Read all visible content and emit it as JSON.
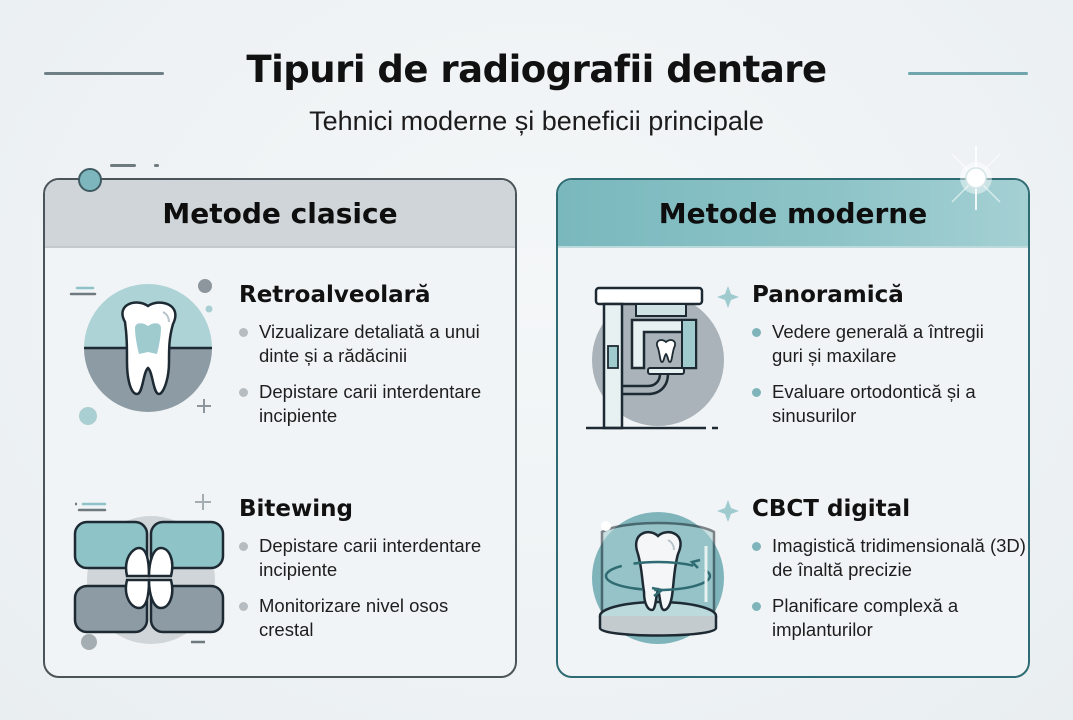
{
  "header": {
    "title": "Tipuri de radiografii dentare",
    "subtitle": "Tehnici moderne și beneficii principale"
  },
  "colors": {
    "classic_header_bg": "#cfd5d8",
    "classic_border": "#4b5458",
    "modern_header_bg": "#86bfc3",
    "modern_border": "#2e6b72",
    "teal_accent": "#7fb5ba",
    "gray_accent": "#8c9aa3",
    "background": "#eef2f4"
  },
  "panels": {
    "classic": {
      "title": "Metode clasice",
      "items": [
        {
          "title": "Retroalveolară",
          "icon": "single-tooth-icon",
          "bullets": [
            "Vizualizare detaliată a unui dinte și a rădăcinii",
            "Depistare carii interdentare incipiente"
          ]
        },
        {
          "title": "Bitewing",
          "icon": "bitewing-teeth-icon",
          "bullets": [
            "Depistare carii interdentare incipiente",
            "Monitorizare nivel osos crestal"
          ]
        }
      ]
    },
    "modern": {
      "title": "Metode moderne",
      "items": [
        {
          "title": "Panoramică",
          "icon": "panoramic-xray-machine-icon",
          "bullets": [
            "Vedere generală a întregii guri și maxilare",
            "Evaluare ortodontică și a sinusurilor"
          ]
        },
        {
          "title": "CBCT digital",
          "icon": "cbct-3d-tooth-icon",
          "bullets": [
            "Imagistică tridimensională (3D) de înaltă precizie",
            "Planificare complexă a implanturilor"
          ]
        }
      ]
    }
  }
}
